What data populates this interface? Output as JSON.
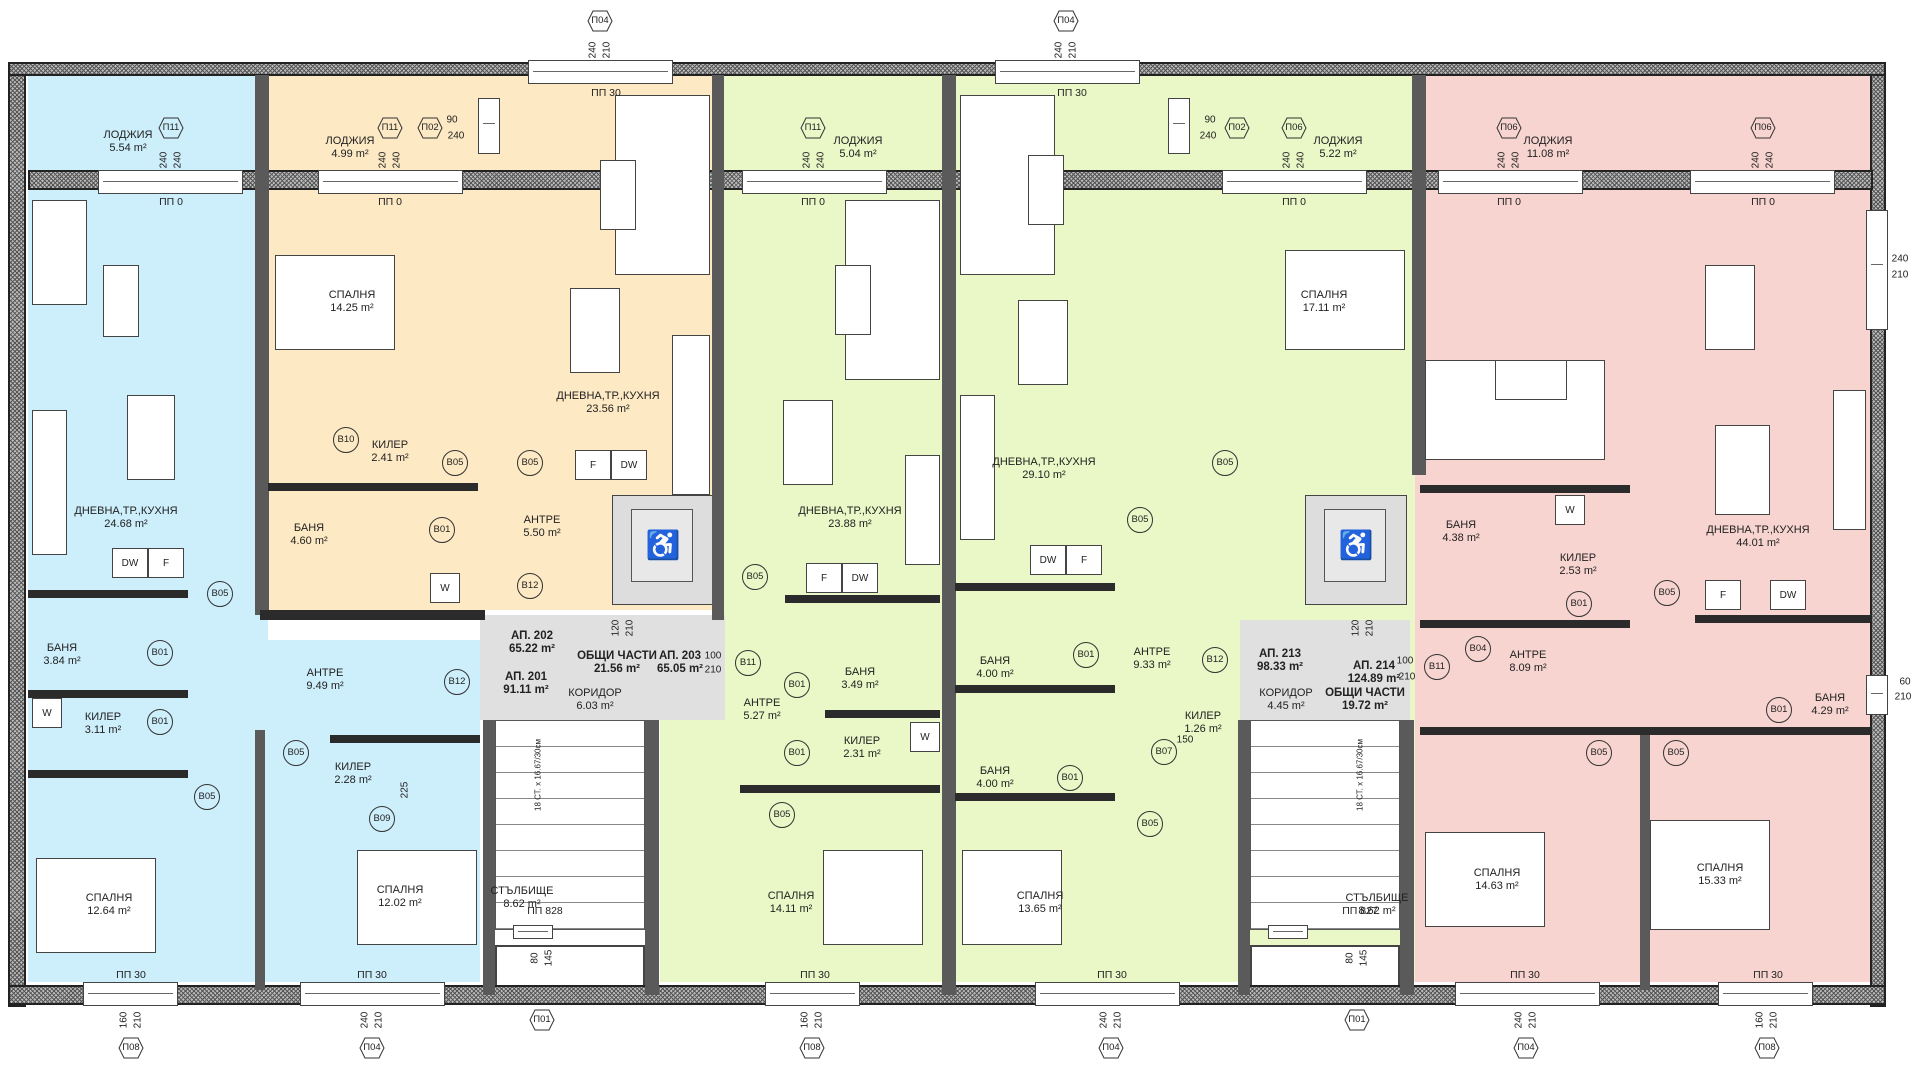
{
  "colors": {
    "apt_201": "#cdeefb",
    "apt_202": "#fde9c4",
    "apt_203": "#eaf7c7",
    "apt_213": "#eaf7c7",
    "apt_214": "#f7d4d0",
    "common": "#e0e0e0",
    "wall": "#5a5a5a"
  },
  "apartments": {
    "ap201": {
      "name": "АП. 201",
      "area": "91.11 m²"
    },
    "ap202": {
      "name": "АП. 202",
      "area": "65.22 m²"
    },
    "ap203": {
      "name": "АП. 203",
      "area": "65.05 m²"
    },
    "ap213": {
      "name": "АП. 213",
      "area": "98.33 m²"
    },
    "ap214": {
      "name": "АП. 214",
      "area": "124.89 m²"
    },
    "common1": {
      "name": "ОБЩИ ЧАСТИ",
      "area": "21.56 m²"
    },
    "common2": {
      "name": "ОБЩИ ЧАСТИ",
      "area": "19.72 m²"
    }
  },
  "rooms": [
    {
      "id": "r1",
      "name": "ЛОДЖИЯ",
      "area": "5.54 m²"
    },
    {
      "id": "r2",
      "name": "ЛОДЖИЯ",
      "area": "4.99 m²"
    },
    {
      "id": "r3",
      "name": "ЛОДЖИЯ",
      "area": "5.04 m²"
    },
    {
      "id": "r4",
      "name": "ЛОДЖИЯ",
      "area": "5.22 m²"
    },
    {
      "id": "r5",
      "name": "ЛОДЖИЯ",
      "area": "11.08 m²"
    },
    {
      "id": "r6",
      "name": "СПАЛНЯ",
      "area": "14.25 m²"
    },
    {
      "id": "r7",
      "name": "ДНЕВНА,ТР.,КУХНЯ",
      "area": "23.56 m²"
    },
    {
      "id": "r8",
      "name": "ДНЕВНА,ТР.,КУХНЯ",
      "area": "24.68 m²"
    },
    {
      "id": "r9",
      "name": "КИЛЕР",
      "area": "2.41 m²"
    },
    {
      "id": "r10",
      "name": "БАНЯ",
      "area": "4.60 m²"
    },
    {
      "id": "r11",
      "name": "АНТРЕ",
      "area": "5.50 m²"
    },
    {
      "id": "r12",
      "name": "ДНЕВНА,ТР.,КУХНЯ",
      "area": "23.88 m²"
    },
    {
      "id": "r13",
      "name": "ДНЕВНА,ТР.,КУХНЯ",
      "area": "29.10 m²"
    },
    {
      "id": "r14",
      "name": "СПАЛНЯ",
      "area": "17.11 m²"
    },
    {
      "id": "r15",
      "name": "ДНЕВНА,ТР.,КУХНЯ",
      "area": "44.01 m²"
    },
    {
      "id": "r16",
      "name": "БАНЯ",
      "area": "3.84 m²"
    },
    {
      "id": "r17",
      "name": "АНТРЕ",
      "area": "9.49 m²"
    },
    {
      "id": "r18",
      "name": "КИЛЕР",
      "area": "3.11 m²"
    },
    {
      "id": "r19",
      "name": "КИЛЕР",
      "area": "2.28 m²"
    },
    {
      "id": "r20",
      "name": "СПАЛНЯ",
      "area": "12.64 m²"
    },
    {
      "id": "r21",
      "name": "СПАЛНЯ",
      "area": "12.02 m²"
    },
    {
      "id": "r22",
      "name": "КОРИДОР",
      "area": "6.03 m²"
    },
    {
      "id": "r23",
      "name": "СТЪЛБИЩЕ",
      "area": "8.62 m²"
    },
    {
      "id": "r24",
      "name": "АНТРЕ",
      "area": "5.27 m²"
    },
    {
      "id": "r25",
      "name": "БАНЯ",
      "area": "3.49 m²"
    },
    {
      "id": "r26",
      "name": "КИЛЕР",
      "area": "2.31 m²"
    },
    {
      "id": "r27",
      "name": "СПАЛНЯ",
      "area": "14.11 m²"
    },
    {
      "id": "r28",
      "name": "БАНЯ",
      "area": "4.00 m²"
    },
    {
      "id": "r29",
      "name": "БАНЯ",
      "area": "4.00 m²"
    },
    {
      "id": "r30",
      "name": "АНТРЕ",
      "area": "9.33 m²"
    },
    {
      "id": "r31",
      "name": "КИЛЕР",
      "area": "1.26 m²"
    },
    {
      "id": "r32",
      "name": "СПАЛНЯ",
      "area": "13.65 m²"
    },
    {
      "id": "r33",
      "name": "КОРИДОР",
      "area": "4.45 m²"
    },
    {
      "id": "r34",
      "name": "СТЪЛБИЩЕ",
      "area": "8.62 m²"
    },
    {
      "id": "r35",
      "name": "БАНЯ",
      "area": "4.38 m²"
    },
    {
      "id": "r36",
      "name": "КИЛЕР",
      "area": "2.53 m²"
    },
    {
      "id": "r37",
      "name": "АНТРЕ",
      "area": "8.09 m²"
    },
    {
      "id": "r38",
      "name": "БАНЯ",
      "area": "4.29 m²"
    },
    {
      "id": "r39",
      "name": "СПАЛНЯ",
      "area": "14.63 m²"
    },
    {
      "id": "r40",
      "name": "СПАЛНЯ",
      "area": "15.33 m²"
    }
  ],
  "window_tags": {
    "p01": "П01",
    "p02": "П02",
    "p04": "П04",
    "p06": "П06",
    "p08": "П08",
    "p11": "П11"
  },
  "door_tags": {
    "b01": "В01",
    "b04": "В04",
    "b05": "В05",
    "b07": "В07",
    "b09": "В09",
    "b10": "В10",
    "b11": "В11",
    "b12": "В12"
  },
  "sill_labels": {
    "pp0": "ПП 0",
    "pp30": "ПП 30",
    "pp828": "ПП 828",
    "pp827": "ПП 827"
  },
  "dims": {
    "d240": "240",
    "d210": "210",
    "d90": "90",
    "d80": "80",
    "d100": "100",
    "d120": "120",
    "d160": "160",
    "d145": "145",
    "d150": "150",
    "d225": "225",
    "d60": "60"
  },
  "appliances": {
    "fridge": "F",
    "dishwasher": "DW",
    "washer": "W"
  },
  "stair_note": "18 СТ. х 16.67/30см",
  "icons": {
    "wheelchair": "♿"
  }
}
